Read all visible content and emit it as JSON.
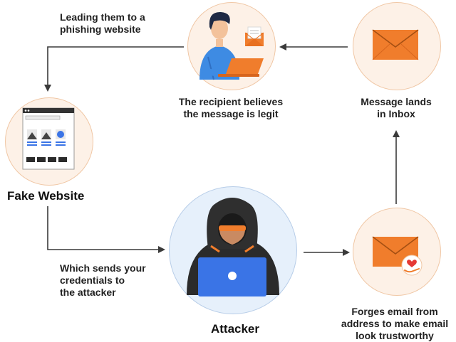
{
  "labels": {
    "leading": "Leading them to a\nphishing website",
    "recipient": "The recipient believes\nthe message is legit",
    "message_lands": "Message lands\nin Inbox",
    "fake_website": "Fake Website",
    "sends_credentials": "Which sends your\ncredentials to\nthe attacker",
    "attacker": "Attacker",
    "forges_email": "Forges email from\naddress to make email\nlook trustworthy"
  },
  "colors": {
    "accent_orange": "#f07d2c",
    "laptop_blue": "#3a74e6",
    "hoodie": "#2b2b2b",
    "shirt_blue": "#3e8be3",
    "peach_bg": "#fdf1e7",
    "blue_bg": "#e6f0fb",
    "arrow": "#3a3a3a"
  },
  "icons": [
    "envelope-icon",
    "heart-hand-icon",
    "laptop-icon",
    "browser-window-icon",
    "hacker-icon",
    "person-icon"
  ]
}
